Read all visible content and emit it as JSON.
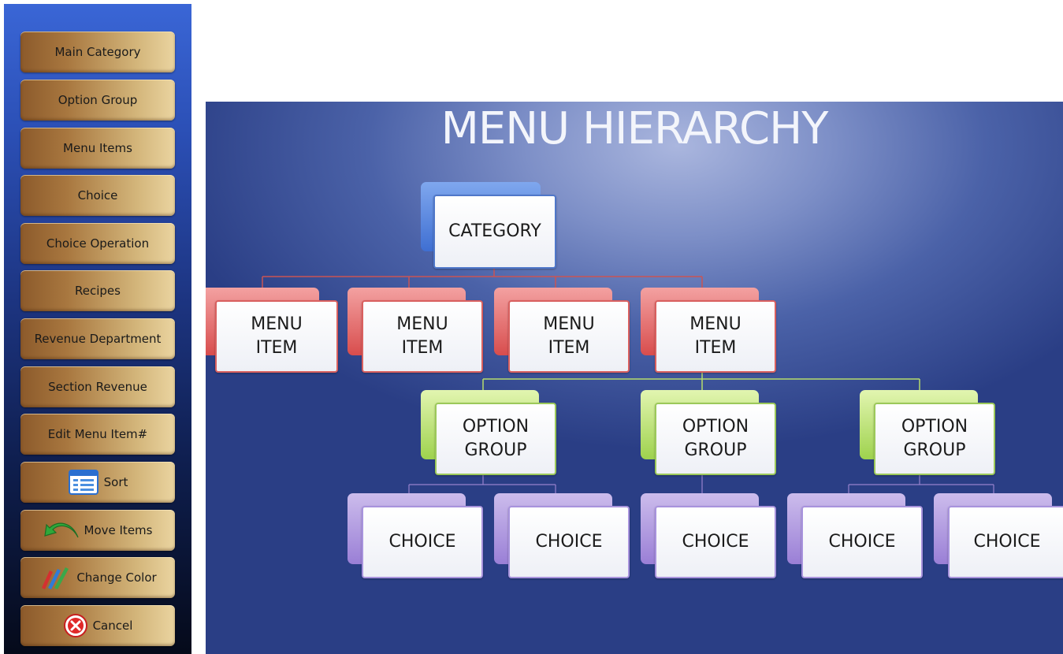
{
  "sidebar": {
    "buttons": [
      {
        "label": "Main Category"
      },
      {
        "label": "Option Group"
      },
      {
        "label": "Menu Items"
      },
      {
        "label": "Choice"
      },
      {
        "label": "Choice Operation"
      },
      {
        "label": "Recipes"
      },
      {
        "label": "Revenue Department"
      },
      {
        "label": "Section Revenue"
      },
      {
        "label": "Edit Menu Item#"
      },
      {
        "label": "Sort",
        "icon": "list-icon"
      },
      {
        "label": "Move Items",
        "icon": "green-arrow-icon"
      },
      {
        "label": "Change Color",
        "icon": "pens-icon"
      },
      {
        "label": "Cancel",
        "icon": "cancel-x-icon"
      }
    ]
  },
  "diagram": {
    "title": "MENU HIERARCHY",
    "category": {
      "line1": "CATEGORY"
    },
    "menu_items": [
      {
        "line1": "MENU",
        "line2": "ITEM"
      },
      {
        "line1": "MENU",
        "line2": "ITEM"
      },
      {
        "line1": "MENU",
        "line2": "ITEM"
      },
      {
        "line1": "MENU",
        "line2": "ITEM"
      }
    ],
    "option_groups": [
      {
        "line1": "OPTION",
        "line2": "GROUP"
      },
      {
        "line1": "OPTION",
        "line2": "GROUP"
      },
      {
        "line1": "OPTION",
        "line2": "GROUP"
      }
    ],
    "choices": [
      {
        "line1": "CHOICE"
      },
      {
        "line1": "CHOICE"
      },
      {
        "line1": "CHOICE"
      },
      {
        "line1": "CHOICE"
      },
      {
        "line1": "CHOICE"
      }
    ]
  },
  "colors": {
    "category": "#4f77c9",
    "menu_item": "#d9605f",
    "option_group": "#9cc95a",
    "choice": "#a893dd"
  }
}
